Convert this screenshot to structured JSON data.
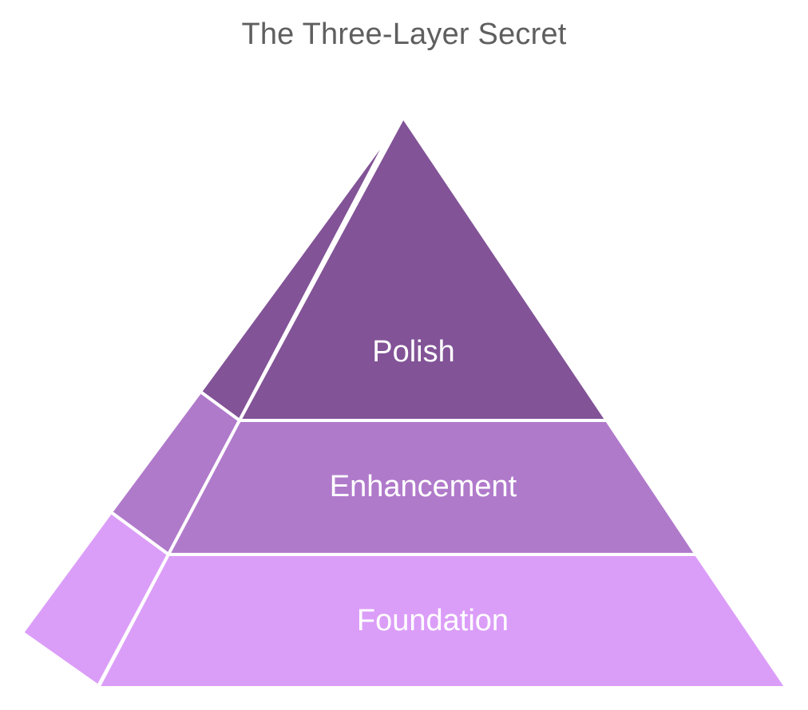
{
  "title": "The Three-Layer Secret",
  "layers": [
    {
      "label": "Polish",
      "color": "#825397"
    },
    {
      "label": "Enhancement",
      "color": "#b07acb"
    },
    {
      "label": "Foundation",
      "color": "#db9ef8"
    }
  ]
}
